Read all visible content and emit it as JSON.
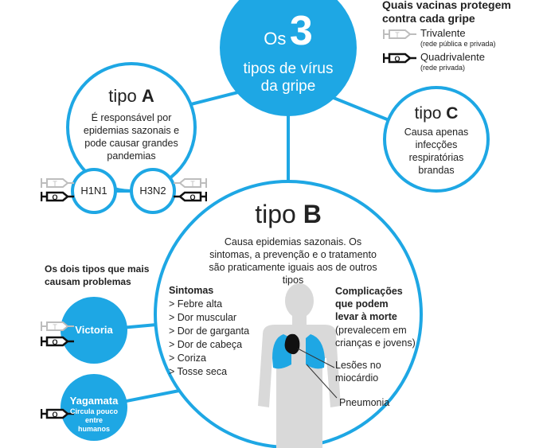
{
  "colors": {
    "accent": "#1ea7e4",
    "trivalent": "#bdbdbd",
    "quadrivalent": "#111111",
    "body": "#d9d9d9"
  },
  "legend": {
    "title": "Quais vacinas protegem contra cada gripe",
    "trivalent": {
      "letter": "T",
      "label": "Trivalente",
      "note": "(rede pública e privada)"
    },
    "quadrivalent": {
      "letter": "Q",
      "label": "Quadrivalente",
      "note": "(rede privada)"
    }
  },
  "main": {
    "prefix": "Os",
    "number": "3",
    "line1": "tipos de vírus",
    "line2": "da gripe"
  },
  "tipo_a": {
    "word": "tipo",
    "letter": "A",
    "desc": "É responsável por epidemias sazonais e pode causar grandes pandemias",
    "subtypes": [
      "H1N1",
      "H3N2"
    ]
  },
  "tipo_c": {
    "word": "tipo",
    "letter": "C",
    "desc": "Causa apenas infecções respiratórias brandas"
  },
  "tipo_b": {
    "word": "tipo",
    "letter": "B",
    "desc": "Causa epidemias sazonais. Os sintomas, a prevenção e o tratamento são praticamente iguais aos de outros tipos",
    "symptoms_title": "Sintomas",
    "symptoms": [
      "> Febre alta",
      "> Dor muscular",
      "> Dor de garganta",
      "> Dor de cabeça",
      "> Coriza",
      "> Tosse seca"
    ],
    "complications_title": "Complicações que podem levar à morte",
    "complications_note": "(prevalecem em crianças e jovens)",
    "lesions": "Lesões no miocárdio",
    "pneumonia": "Pneumonia"
  },
  "lineages": {
    "title": "Os dois tipos que mais causam problemas",
    "victoria": "Victoria",
    "yagamata": "Yagamata",
    "yagamata_note": "Circula pouco entre humanos"
  }
}
